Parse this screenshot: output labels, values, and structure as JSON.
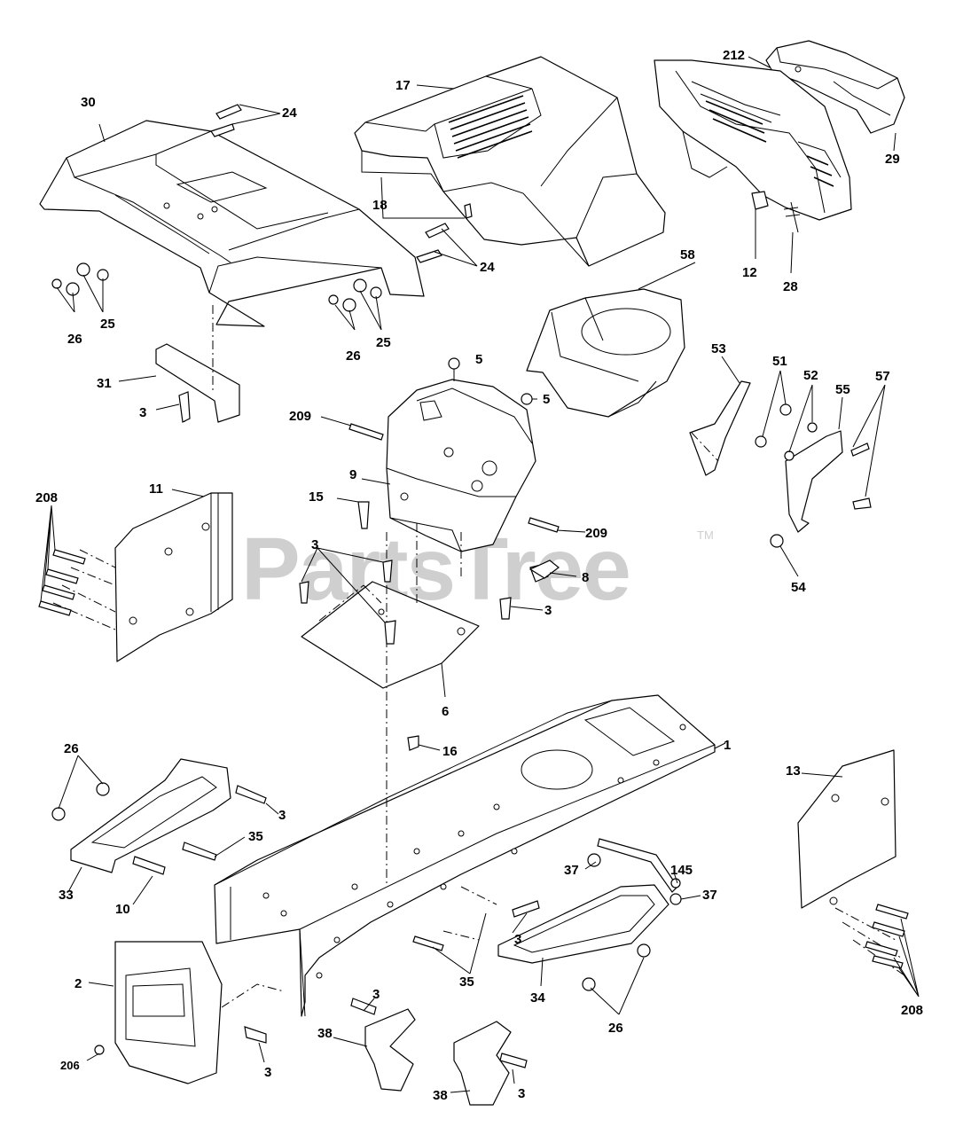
{
  "watermark": {
    "text": "PartsTree",
    "mark": "TM"
  },
  "callouts": [
    {
      "id": "c30",
      "text": "30"
    },
    {
      "id": "c24a",
      "text": "24"
    },
    {
      "id": "c17",
      "text": "17"
    },
    {
      "id": "c212",
      "text": "212"
    },
    {
      "id": "c29",
      "text": "29"
    },
    {
      "id": "c18",
      "text": "18"
    },
    {
      "id": "c24b",
      "text": "24"
    },
    {
      "id": "c12",
      "text": "12"
    },
    {
      "id": "c28",
      "text": "28"
    },
    {
      "id": "c58",
      "text": "58"
    },
    {
      "id": "c25a",
      "text": "25"
    },
    {
      "id": "c26a",
      "text": "26"
    },
    {
      "id": "c25b",
      "text": "25"
    },
    {
      "id": "c26b",
      "text": "26"
    },
    {
      "id": "c5a",
      "text": "5"
    },
    {
      "id": "c5b",
      "text": "5"
    },
    {
      "id": "c53",
      "text": "53"
    },
    {
      "id": "c51",
      "text": "51"
    },
    {
      "id": "c52",
      "text": "52"
    },
    {
      "id": "c55",
      "text": "55"
    },
    {
      "id": "c57",
      "text": "57"
    },
    {
      "id": "c31",
      "text": "31"
    },
    {
      "id": "c3a",
      "text": "3"
    },
    {
      "id": "c209a",
      "text": "209"
    },
    {
      "id": "c9",
      "text": "9"
    },
    {
      "id": "c208a",
      "text": "208"
    },
    {
      "id": "c11",
      "text": "11"
    },
    {
      "id": "c15",
      "text": "15"
    },
    {
      "id": "c209b",
      "text": "209"
    },
    {
      "id": "c3b",
      "text": "3"
    },
    {
      "id": "c8",
      "text": "8"
    },
    {
      "id": "c3c",
      "text": "3"
    },
    {
      "id": "c54",
      "text": "54"
    },
    {
      "id": "c6",
      "text": "6"
    },
    {
      "id": "c16",
      "text": "16"
    },
    {
      "id": "c1",
      "text": "1"
    },
    {
      "id": "c26c",
      "text": "26"
    },
    {
      "id": "c3d",
      "text": "3"
    },
    {
      "id": "c13",
      "text": "13"
    },
    {
      "id": "c35a",
      "text": "35"
    },
    {
      "id": "c33",
      "text": "33"
    },
    {
      "id": "c10",
      "text": "10"
    },
    {
      "id": "c37a",
      "text": "37"
    },
    {
      "id": "c145",
      "text": "145"
    },
    {
      "id": "c37b",
      "text": "37"
    },
    {
      "id": "c3e",
      "text": "3"
    },
    {
      "id": "c2",
      "text": "2"
    },
    {
      "id": "c35b",
      "text": "35"
    },
    {
      "id": "c34",
      "text": "34"
    },
    {
      "id": "c26d",
      "text": "26"
    },
    {
      "id": "c208b",
      "text": "208"
    },
    {
      "id": "c3f",
      "text": "3"
    },
    {
      "id": "c38a",
      "text": "38"
    },
    {
      "id": "c206",
      "text": "206"
    },
    {
      "id": "c3g",
      "text": "3"
    },
    {
      "id": "c3h",
      "text": "3"
    },
    {
      "id": "c38b",
      "text": "38"
    }
  ]
}
